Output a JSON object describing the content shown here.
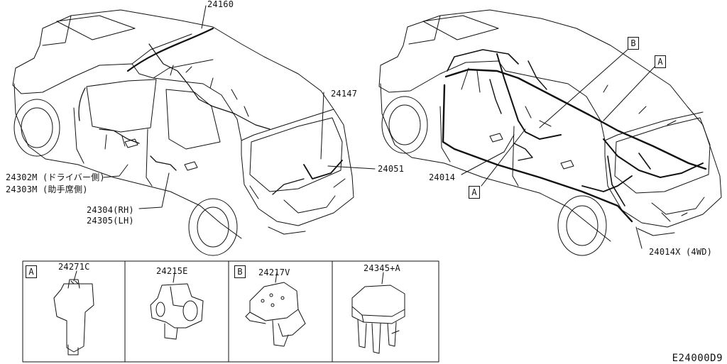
{
  "diagram_code": "E24000D9",
  "callouts": {
    "p24160": "24160",
    "p24147": "24147",
    "p24051": "24051",
    "p24302m": "24302M (ドライバー側)",
    "p24303m": "24303M (助手席側)",
    "p24304": "24304(RH)",
    "p24305": "24305(LH)",
    "p24014": "24014",
    "p24014x": "24014X (4WD)",
    "ref_b": "B",
    "ref_a_top": "A",
    "ref_a_bottom": "A"
  },
  "detail_panels": [
    {
      "ref": "A",
      "part": "24271C"
    },
    {
      "ref": "",
      "part": "24215E"
    },
    {
      "ref": "B",
      "part": "24217V"
    },
    {
      "ref": "",
      "part": "24345+A"
    }
  ]
}
